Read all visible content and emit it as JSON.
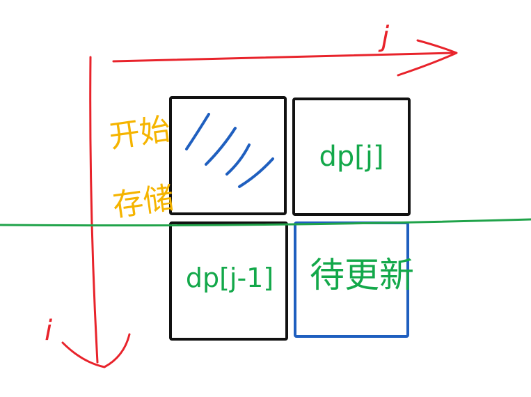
{
  "axes": {
    "horizontal_label": "j",
    "vertical_label": "i",
    "horizontal_color": "#e8232b",
    "vertical_color": "#e8232b"
  },
  "cells": {
    "top_left_label": "",
    "top_right_label": "dp[j]",
    "bottom_left_label": "dp[j-1]",
    "bottom_right_label": "待更新"
  },
  "annotation": {
    "side_note": "开始存储",
    "side_note_color": "#f5b400"
  },
  "colors": {
    "cell_border": "#111111",
    "highlight_border": "#1f5fbf",
    "hatch": "#1f5fbf",
    "divider": "#20a34a",
    "cell_text": "#13a84a"
  }
}
